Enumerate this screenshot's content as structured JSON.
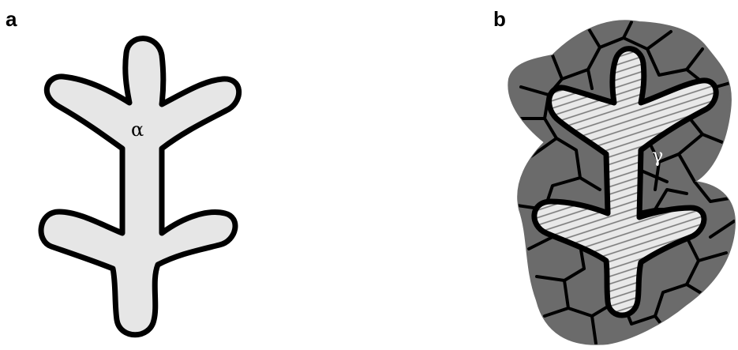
{
  "panels": [
    {
      "letter": "a",
      "phase_symbol": "α",
      "colors": {
        "fill": "#e6e6e6",
        "outline": "#000000"
      }
    },
    {
      "letter": "b",
      "phase_symbol": "γ",
      "colors": {
        "dendrite_fill": "#e9e9e9",
        "hatch_line": "#7a7a7a",
        "grain_region": "#6b6b6b",
        "grain_boundary": "#000000",
        "symbol": "#ffffff"
      }
    }
  ]
}
